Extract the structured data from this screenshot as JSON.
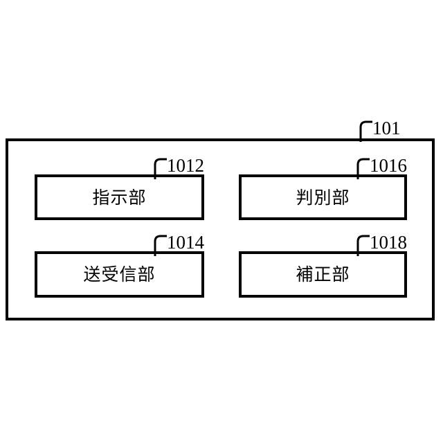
{
  "figure": {
    "type": "patent-block-diagram",
    "background_color": "#ffffff",
    "line_color": "#000000"
  },
  "outer_block": {
    "reference_numeral": "101",
    "label": ""
  },
  "units": [
    {
      "reference_numeral": "1012",
      "label": "指示部",
      "position": "top-left"
    },
    {
      "reference_numeral": "1016",
      "label": "判別部",
      "position": "top-right"
    },
    {
      "reference_numeral": "1014",
      "label": "送受信部",
      "position": "bottom-left"
    },
    {
      "reference_numeral": "1018",
      "label": "補正部",
      "position": "bottom-right"
    }
  ]
}
